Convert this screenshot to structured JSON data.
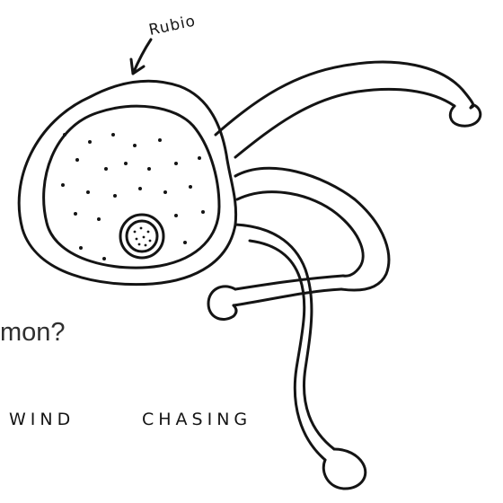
{
  "slide": {
    "partial_text": "mon?"
  },
  "sketch": {
    "label_top": "Rubio",
    "label_bottom_left": "WIND",
    "label_bottom_right": "CHASING",
    "ink_color": "#141414",
    "background_color": "#ffffff"
  }
}
